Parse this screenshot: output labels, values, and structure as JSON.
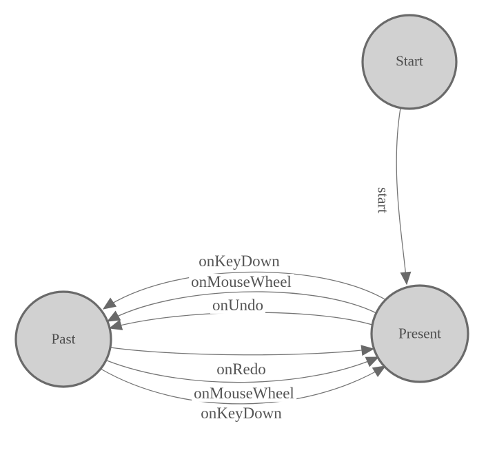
{
  "colors": {
    "background": "#ffffff",
    "node_fill": "#d1d1d1",
    "node_stroke": "#6a6a6a",
    "edge_stroke": "#757575",
    "arrow_fill": "#696969",
    "label_color": "#4d4d4d"
  },
  "diagram": {
    "type": "finite-state-machine",
    "nodes": [
      {
        "id": "start",
        "label": "Start"
      },
      {
        "id": "past",
        "label": "Past"
      },
      {
        "id": "present",
        "label": "Present"
      }
    ],
    "edges": [
      {
        "id": "start-transition",
        "label": "start",
        "from": "Start",
        "to": "Present"
      },
      {
        "id": "onkeydown-to-past",
        "label": "onKeyDown",
        "from": "Present",
        "to": "Past"
      },
      {
        "id": "onmousewheel-to-past",
        "label": "onMouseWheel",
        "from": "Present",
        "to": "Past"
      },
      {
        "id": "onundo-to-past",
        "label": "onUndo",
        "from": "Present",
        "to": "Past"
      },
      {
        "id": "onredo-to-present",
        "label": "onRedo",
        "from": "Past",
        "to": "Present"
      },
      {
        "id": "onmousewheel-to-present",
        "label": "onMouseWheel",
        "from": "Past",
        "to": "Present"
      },
      {
        "id": "onkeydown-to-present",
        "label": "onKeyDown",
        "from": "Past",
        "to": "Present"
      }
    ]
  }
}
